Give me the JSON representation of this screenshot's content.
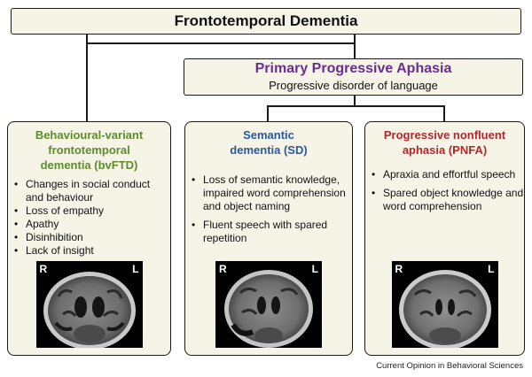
{
  "title": "Frontotemporal Dementia",
  "ppa": {
    "title": "Primary Progressive Aphasia",
    "subtitle": "Progressive disorder of language"
  },
  "columns": [
    {
      "title": "Behavioural-variant frontotemporal dementia (bvFTD)",
      "color": "#5e8c2b",
      "items": [
        "Changes in social conduct and behaviour",
        "Loss of empathy",
        "Apathy",
        "Disinhibition",
        "Lack of insight"
      ],
      "mri": {
        "left_label": "R",
        "right_label": "L"
      }
    },
    {
      "title": "Semantic dementia (SD)",
      "color": "#2c5897",
      "items": [
        "Loss of semantic knowledge, impaired word comprehension and object naming",
        "Fluent speech with spared repetition"
      ],
      "mri": {
        "left_label": "R",
        "right_label": "L"
      }
    },
    {
      "title": "Progressive nonfluent aphasia (PNFA)",
      "color": "#b3262a",
      "items": [
        "Apraxia and effortful speech",
        "Spared object knowledge and word comprehension"
      ],
      "mri": {
        "left_label": "R",
        "right_label": "L"
      }
    }
  ],
  "source": "Current Opinion in Behavioral Sciences",
  "colors": {
    "box_fill": "#f6f3e7",
    "ppa_title": "#6a2d91",
    "border": "#1a1a1a"
  }
}
